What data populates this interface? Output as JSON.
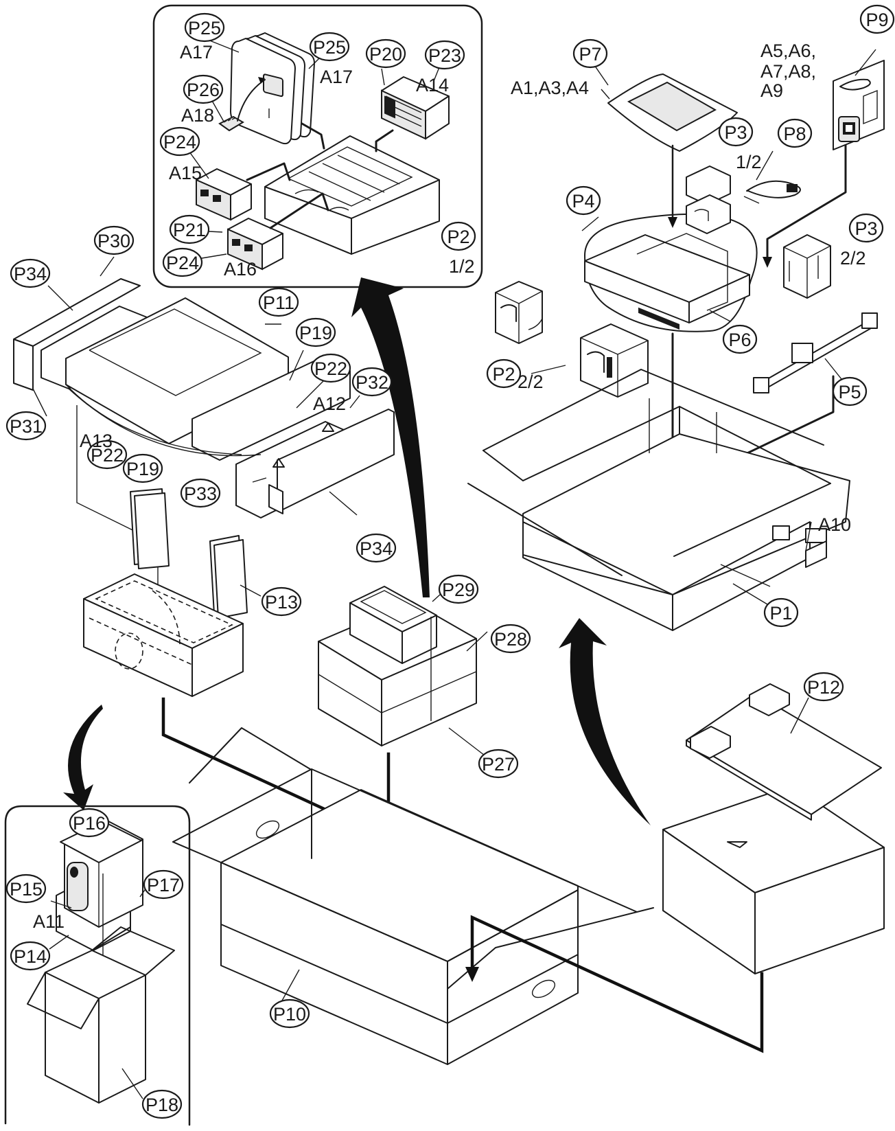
{
  "diagram": {
    "callouts": [
      {
        "id": "P1",
        "label": "P1"
      },
      {
        "id": "P2a",
        "label": "P2"
      },
      {
        "id": "P2b",
        "label": "P2"
      },
      {
        "id": "P3a",
        "label": "P3"
      },
      {
        "id": "P3b",
        "label": "P3"
      },
      {
        "id": "P4",
        "label": "P4"
      },
      {
        "id": "P5",
        "label": "P5"
      },
      {
        "id": "P6",
        "label": "P6"
      },
      {
        "id": "P7",
        "label": "P7"
      },
      {
        "id": "P8",
        "label": "P8"
      },
      {
        "id": "P9",
        "label": "P9"
      },
      {
        "id": "P10",
        "label": "P10"
      },
      {
        "id": "P11",
        "label": "P11"
      },
      {
        "id": "P12",
        "label": "P12"
      },
      {
        "id": "P13",
        "label": "P13"
      },
      {
        "id": "P14",
        "label": "P14"
      },
      {
        "id": "P15",
        "label": "P15"
      },
      {
        "id": "P16",
        "label": "P16"
      },
      {
        "id": "P17",
        "label": "P17"
      },
      {
        "id": "P18",
        "label": "P18"
      },
      {
        "id": "P19a",
        "label": "P19"
      },
      {
        "id": "P19b",
        "label": "P19"
      },
      {
        "id": "P20",
        "label": "P20"
      },
      {
        "id": "P21",
        "label": "P21"
      },
      {
        "id": "P22a",
        "label": "P22"
      },
      {
        "id": "P22b",
        "label": "P22"
      },
      {
        "id": "P23",
        "label": "P23"
      },
      {
        "id": "P24a",
        "label": "P24"
      },
      {
        "id": "P24b",
        "label": "P24"
      },
      {
        "id": "P25a",
        "label": "P25"
      },
      {
        "id": "P25b",
        "label": "P25"
      },
      {
        "id": "P26",
        "label": "P26"
      },
      {
        "id": "P27",
        "label": "P27"
      },
      {
        "id": "P28",
        "label": "P28"
      },
      {
        "id": "P29",
        "label": "P29"
      },
      {
        "id": "P30",
        "label": "P30"
      },
      {
        "id": "P31",
        "label": "P31"
      },
      {
        "id": "P32",
        "label": "P32"
      },
      {
        "id": "P33",
        "label": "P33"
      },
      {
        "id": "P34a",
        "label": "P34"
      },
      {
        "id": "P34b",
        "label": "P34"
      }
    ],
    "notes": [
      {
        "id": "A17a",
        "text": "A17"
      },
      {
        "id": "A17b",
        "text": "A17"
      },
      {
        "id": "A18",
        "text": "A18"
      },
      {
        "id": "A14",
        "text": "A14"
      },
      {
        "id": "A15",
        "text": "A15"
      },
      {
        "id": "A16",
        "text": "A16"
      },
      {
        "id": "A1A3A4",
        "text": "A1,A3,A4"
      },
      {
        "id": "A5A6",
        "text": "A5,A6,"
      },
      {
        "id": "A7A8",
        "text": "A7,A8,"
      },
      {
        "id": "A9",
        "text": "A9"
      },
      {
        "id": "P3a_frac",
        "text": "1/2"
      },
      {
        "id": "P3b_frac",
        "text": "2/2"
      },
      {
        "id": "P2a_frac",
        "text": "1/2"
      },
      {
        "id": "P2b_frac",
        "text": "2/2"
      },
      {
        "id": "A10",
        "text": "A10"
      },
      {
        "id": "A12",
        "text": "A12"
      },
      {
        "id": "A13",
        "text": "A13"
      },
      {
        "id": "A11",
        "text": "A11"
      }
    ]
  }
}
